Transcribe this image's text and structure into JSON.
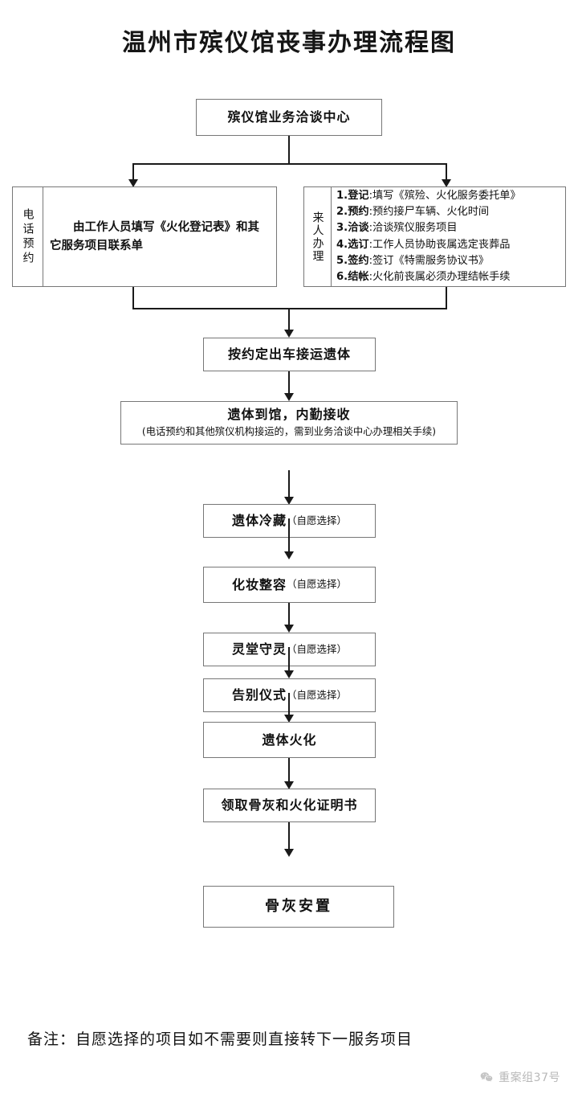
{
  "title": "温州市殡仪馆丧事办理流程图",
  "nodes": {
    "center": "殡仪馆业务洽谈中心",
    "phone_label": "电话预约",
    "phone_body": "由工作人员填写《火化登记表》和其它服务项目联系单",
    "walkin_label": "来人办理",
    "walkin_items": [
      {
        "no": "1.",
        "key": "登记",
        "text": ":填写《殡殓、火化服务委托单》"
      },
      {
        "no": "2.",
        "key": "预约",
        "text": ":预约接尸车辆、火化时间"
      },
      {
        "no": "3.",
        "key": "洽谈",
        "text": ":洽谈殡仪服务项目"
      },
      {
        "no": "4.",
        "key": "选订",
        "text": ":工作人员协助丧属选定丧葬品"
      },
      {
        "no": "5.",
        "key": "签约",
        "text": ":签订《特需服务协议书》"
      },
      {
        "no": "6.",
        "key": "结帐",
        "text": ":火化前丧属必须办理结帐手续"
      }
    ],
    "dispatch": "按约定出车接运遗体",
    "arrival_main": "遗体到馆，内勤接收",
    "arrival_note": "(电话预约和其他殡仪机构接运的，需到业务洽谈中心办理相关手续)",
    "refrigerate_main": "遗体冷藏",
    "refrigerate_opt": "（自愿选择）",
    "makeup_main": "化妆整容",
    "makeup_opt": "（自愿选择）",
    "vigil_main": "灵堂守灵",
    "vigil_opt": "（自愿选择）",
    "farewell_main": "告别仪式",
    "farewell_opt": "（自愿选择）",
    "cremation": "遗体火化",
    "collect": "领取骨灰和火化证明书",
    "placement": "骨灰安置"
  },
  "footer": {
    "note": "备注：自愿选择的项目如不需要则直接转下一服务项目"
  },
  "watermark": {
    "text": "重案组37号",
    "icon": "wechat-icon"
  },
  "colors": {
    "box_border": "#777777",
    "line": "#1a1a1a",
    "text": "#111111",
    "background": "#ffffff"
  }
}
